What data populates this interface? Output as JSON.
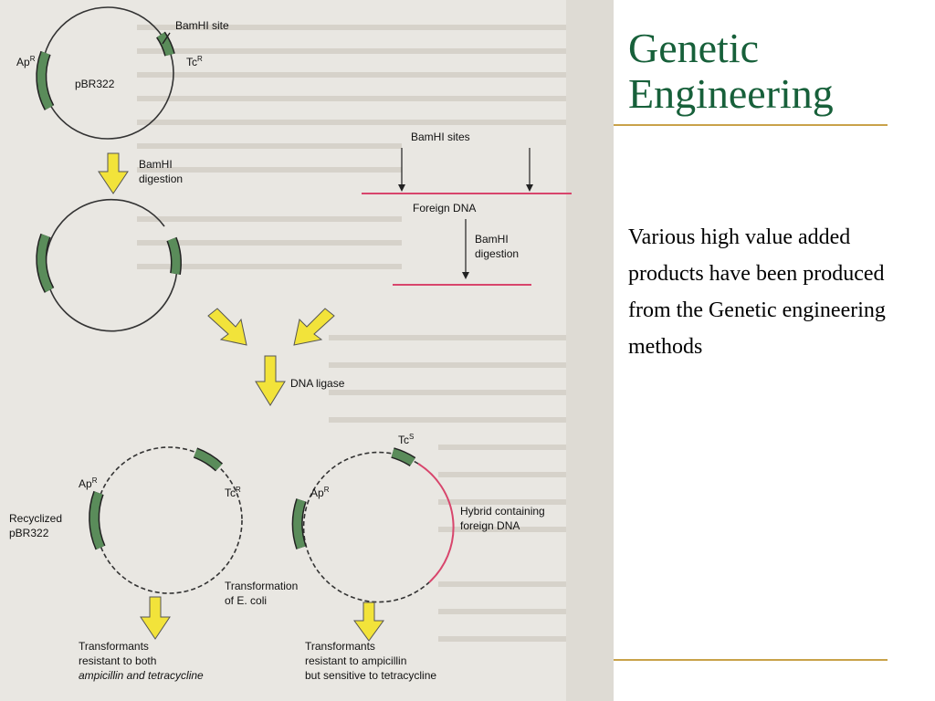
{
  "slide": {
    "title_line1": "Genetic",
    "title_line2": "Engineering",
    "body": "Various high value added products have been produced from the Genetic engineering methods"
  },
  "diagram": {
    "bamhi_site": "BamHI site",
    "apr": "Ap",
    "tcr": "Tc",
    "sup_r": "R",
    "sup_s": "S",
    "pbr322": "pBR322",
    "bamhi_digestion_1": "BamHI",
    "bamhi_digestion_2": "digestion",
    "bamhi_sites": "BamHI sites",
    "foreign_dna": "Foreign DNA",
    "bamhi_digestion_b1": "BamHI",
    "bamhi_digestion_b2": "digestion",
    "dna_ligase": "DNA ligase",
    "recyclized_1": "Recyclized",
    "recyclized_2": "pBR322",
    "hybrid_1": "Hybrid containing",
    "hybrid_2": "foreign DNA",
    "transformation_1": "Transformation",
    "transformation_2": "of E. coli",
    "transformants_left_1": "Transformants",
    "transformants_left_2": "resistant to both",
    "transformants_left_3": "ampicillin and tetracycline",
    "transformants_right_1": "Transformants",
    "transformants_right_2": "resistant to ampicillin",
    "transformants_right_3": "but sensitive to tetracycline"
  },
  "colors": {
    "title": "#17603a",
    "rule": "#c9a24a",
    "gene_green": "#5a8c5a",
    "arrow_yellow": "#f2e33a",
    "foreign_dna_red": "#d8456c"
  }
}
